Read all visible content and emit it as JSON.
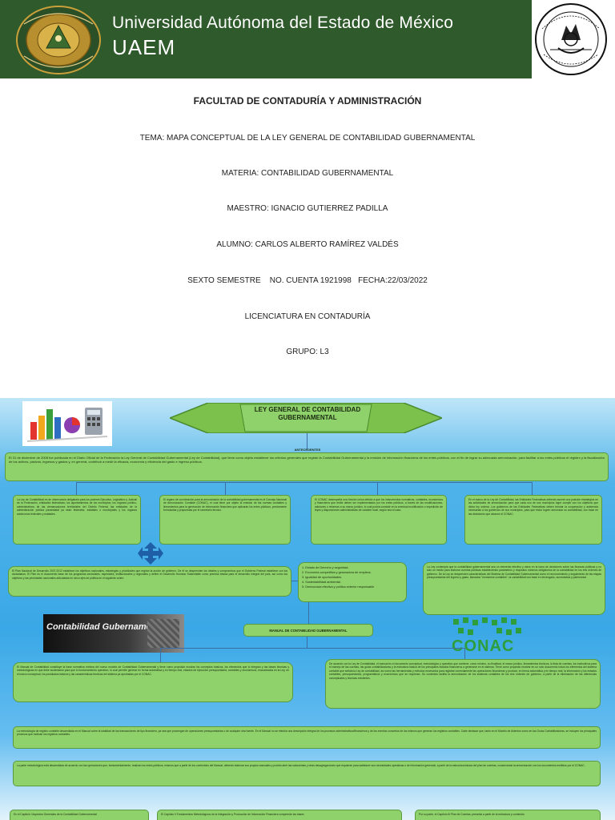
{
  "header": {
    "university": "Universidad Autónoma del Estado de México",
    "acronym": "UAEM"
  },
  "cover": {
    "faculty": "FACULTAD DE CONTADURÍA Y ADMINISTRACIÓN",
    "tema": "TEMA: MAPA CONCEPTUAL DE LA LEY GENERAL DE CONTABILIDAD GUBERNAMENTAL",
    "materia": "MATERIA: CONTABILIDAD GUBERNAMENTAL",
    "maestro": "MAESTRO: IGNACIO GUTIERREZ PADILLA",
    "alumno": "ALUMNO: CARLOS ALBERTO RAMÍREZ VALDÉS",
    "semestre": "SEXTO SEMESTRE    NO. CUENTA 1921998   FECHA:22/03/2022",
    "licenciatura": "LICENCIATURA EN CONTADURÍA",
    "grupo": "GRUPO: L3"
  },
  "map": {
    "title": "LEY GENERAL DE CONTABILIDAD GUBERNAMENTAL",
    "antecedentes_label": "ANTECEDENTES",
    "antecedentes_text": "El 31 de diciembre de 2008 fue publicada en el Diario Oficial de la Federación la Ley General de Contabilidad Gubernamental (Ley de Contabilidad), que tiene como objeto establecer los criterios generales que regirán la Contabilidad Gubernamental y la emisión de información financiera de los entes públicos, con el fin de lograr su adecuada armonización, para facilitar a los entes públicos el registro y la fiscalización de los activos, pasivos, ingresos y gastos y, en general, contribuir a medir la eficacia, economía y eficiencia del gasto e ingreso públicos.",
    "box1": "La Ley de Contabilidad es de observancia obligatoria para los poderes Ejecutivo, Legislativo y Judicial de la Federación, entidades federativas; los ayuntamientos de los municipios; los órganos político-administrativos de las demarcaciones territoriales del Distrito Federal; las entidades de la administración pública paraestatal ya sean federales, estatales o municipales y los órganos autónomos federales y estatales.",
    "box2": "El órgano de coordinación para la armonización de la contabilidad gubernamental es el Consejo Nacional de Armonización Contable (CONAC), el cual tiene por objeto la emisión de las normas contables y lineamientos para la generación de información financiera que aplicarán los entes públicos, previamente formuladas y propuestas por el secretario técnico.",
    "box3": "El CONAC desempeña una función única debido a que los instrumentos normativos, contables, económicos y financieros que emite deben ser implementados por los entes públicos, a través de las modificaciones, adiciones o reformas a su marco jurídico, lo cual podría consistir en la eventual modificación o expedición de leyes y disposiciones administrativas de carácter local, según sea el caso.",
    "box4": "En el marco de la Ley de Contabilidad, las Entidades Federativas deberán asumir una posición estratégica en las actividades de armonización para que cada uno de sus municipios logre cumplir con los objetivos que dicha ley ordena. Los gobiernos de las Entidades Federativas deben brindar la cooperación y asistencia necesarias a los gobiernos de sus municipios, para que éstos logren armonizar su contabilidad, con base en las decisiones que alcance el CONAC.",
    "plan_text": "El Plan Nacional de Desarrollo 2007-2012 establece los objetivos nacionales, estrategias y prioridades que regirán la acción de gobierno. De él se desprenden los ideales y compromisos que el Gobierno Federal establece con los ciudadanos. El Plan es el documento base de los programas sectoriales, especiales, institucionales y regionales y define el Desarrollo Humano Sustentable como premisa básica para el desarrollo integral del país, así como los objetivos y las prioridades nacionales articuladas en cinco ejes de política en el siguiente orden:",
    "ejes": [
      "1. Estado de Derecho y seguridad.",
      "2. Economía competitiva y generadora de empleos.",
      "3. Igualdad de oportunidades.",
      "4. Sustentabilidad ambiental.",
      "5. Democracia efectiva y política exterior responsable"
    ],
    "ley_text": "La Ley contempla que la contabilidad gubernamental sea un elemento efectivo y clave en la toma de decisiones sobre las finanzas públicas y no sólo un medio para elaborar cuentas públicas estableciendo parámetros y requisitos mínimos obligatorios de la contabilidad en los tres órdenes de gobierno. De la Ley se desprenden características del Sistema de Contabilidad Gubernamental como el reconocimiento y seguimiento de las etapas presupuestarias del ingreso y gasto, llamados \"momentos contables\", la contabilidad con base en devengado, acumulativa y patrimonial.",
    "image_caption": "Contabilidad Gubernamental",
    "manual_label": "MANUAL DE CONTABILIDAD GUBERNAMENTAL",
    "conac_logo": "CONAC",
    "manual_left": "El Manual de Contabilidad constituye la base normativa mínima del nuevo modelo de Contabilidad Gubernamental y tiene como propósito mostrar los conceptos básicos, los elementos que lo integran y las bases técnicas y metodológicas en que debe sustentarse para que lo funcionamiento operativo, lo cual permite generar en forma automática y en tiempo real, estados de ejecución presupuestaria, contables y económicos, encuadrados en la Ley, en el marco conceptual, los postulados básicos y las características técnicas del sistema ya aprobadas por el CONAC.",
    "manual_right": "De acuerdo con la Ley de Contabilidad, el manual es el documento conceptual, metodológico y operativo que contiene, como mínimo, su finalidad, el marco jurídico, lineamientos técnicos, la lista de cuentas, los instructivos para el manejo de las cuentas, las guías contabilizadoras y la estructura básica de los principales estados financieros a generarse en el sistema. Tiene como propósito mostrar en un solo documento todos los elementos del sistema contable que señala la Ley de contabilidad, así como las herramientas y métodos necesarios para registrar correctamente las operaciones financieras y producir, en forma automática y en tiempo real, la información y los estados contables, presupuestarios, programáticos y económicos que se requieran. Su contenido facilita la armonización de los sistemas contables de los tres órdenes de gobierno, a partir de la eliminación de las diferencias conceptuales y técnicas existentes.",
    "metodologia": "La metodología de registro contable desarrollada en el Manual cubre la totalidad de las transacciones de tipo financiero, ya sea que provengan de operaciones presupuestarias o de cualquier otra fuente. En el Manual no se efectúa una descripción integral de los procesos administrativos/financieros y de los eventos concretos de los mismos que generan los registros contables. Cabe destacar que, tanto en el Modelo de Asientos como en las Guías Contabilizadoras, se incluyen los principales procesos que motivan los registros contables.",
    "parte": "La parte metodológica está desarrollada de acuerdo con las operaciones que, fundamentalmente, realizan los entes públicos, mismos que a partir de los contenidos del Manual, deberán elaborar sus propios manuales y podrán abrir las subcuentas y otras desagregaciones que requieran para satisfacer sus necesidades operativas o de información gerencial, a partir de la estructura básica del plan de cuentas, conservando la armonización con los documentos emitidos por el CONAC.",
    "bottom1": "En el Capítulo I Aspectos Generales de la Contabilidad Gubernamental",
    "bottom2": "El Capítulo II Fundamentos Metodológicos de la Integración y Producción de Información Financiera comprende las bases",
    "bottom3": "Por su parte, el Capítulo III Plan de Cuentas, presenta a partir de la estructura y contenido"
  }
}
